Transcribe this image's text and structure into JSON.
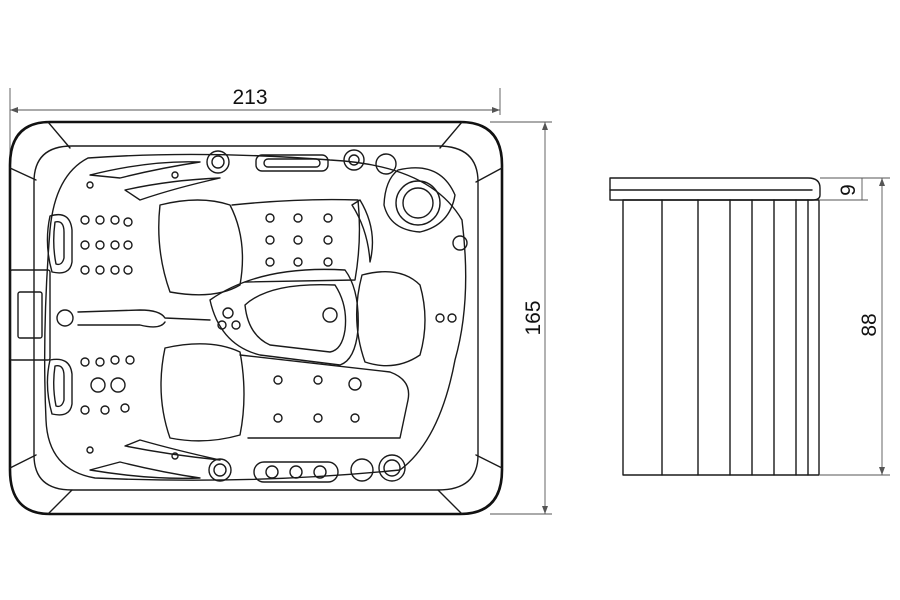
{
  "dimensions": {
    "width": "213",
    "depth": "165",
    "height": "88",
    "rim": "9"
  },
  "colors": {
    "line": "#1a1a1a",
    "dimension_line": "#555555",
    "background": "#ffffff"
  }
}
